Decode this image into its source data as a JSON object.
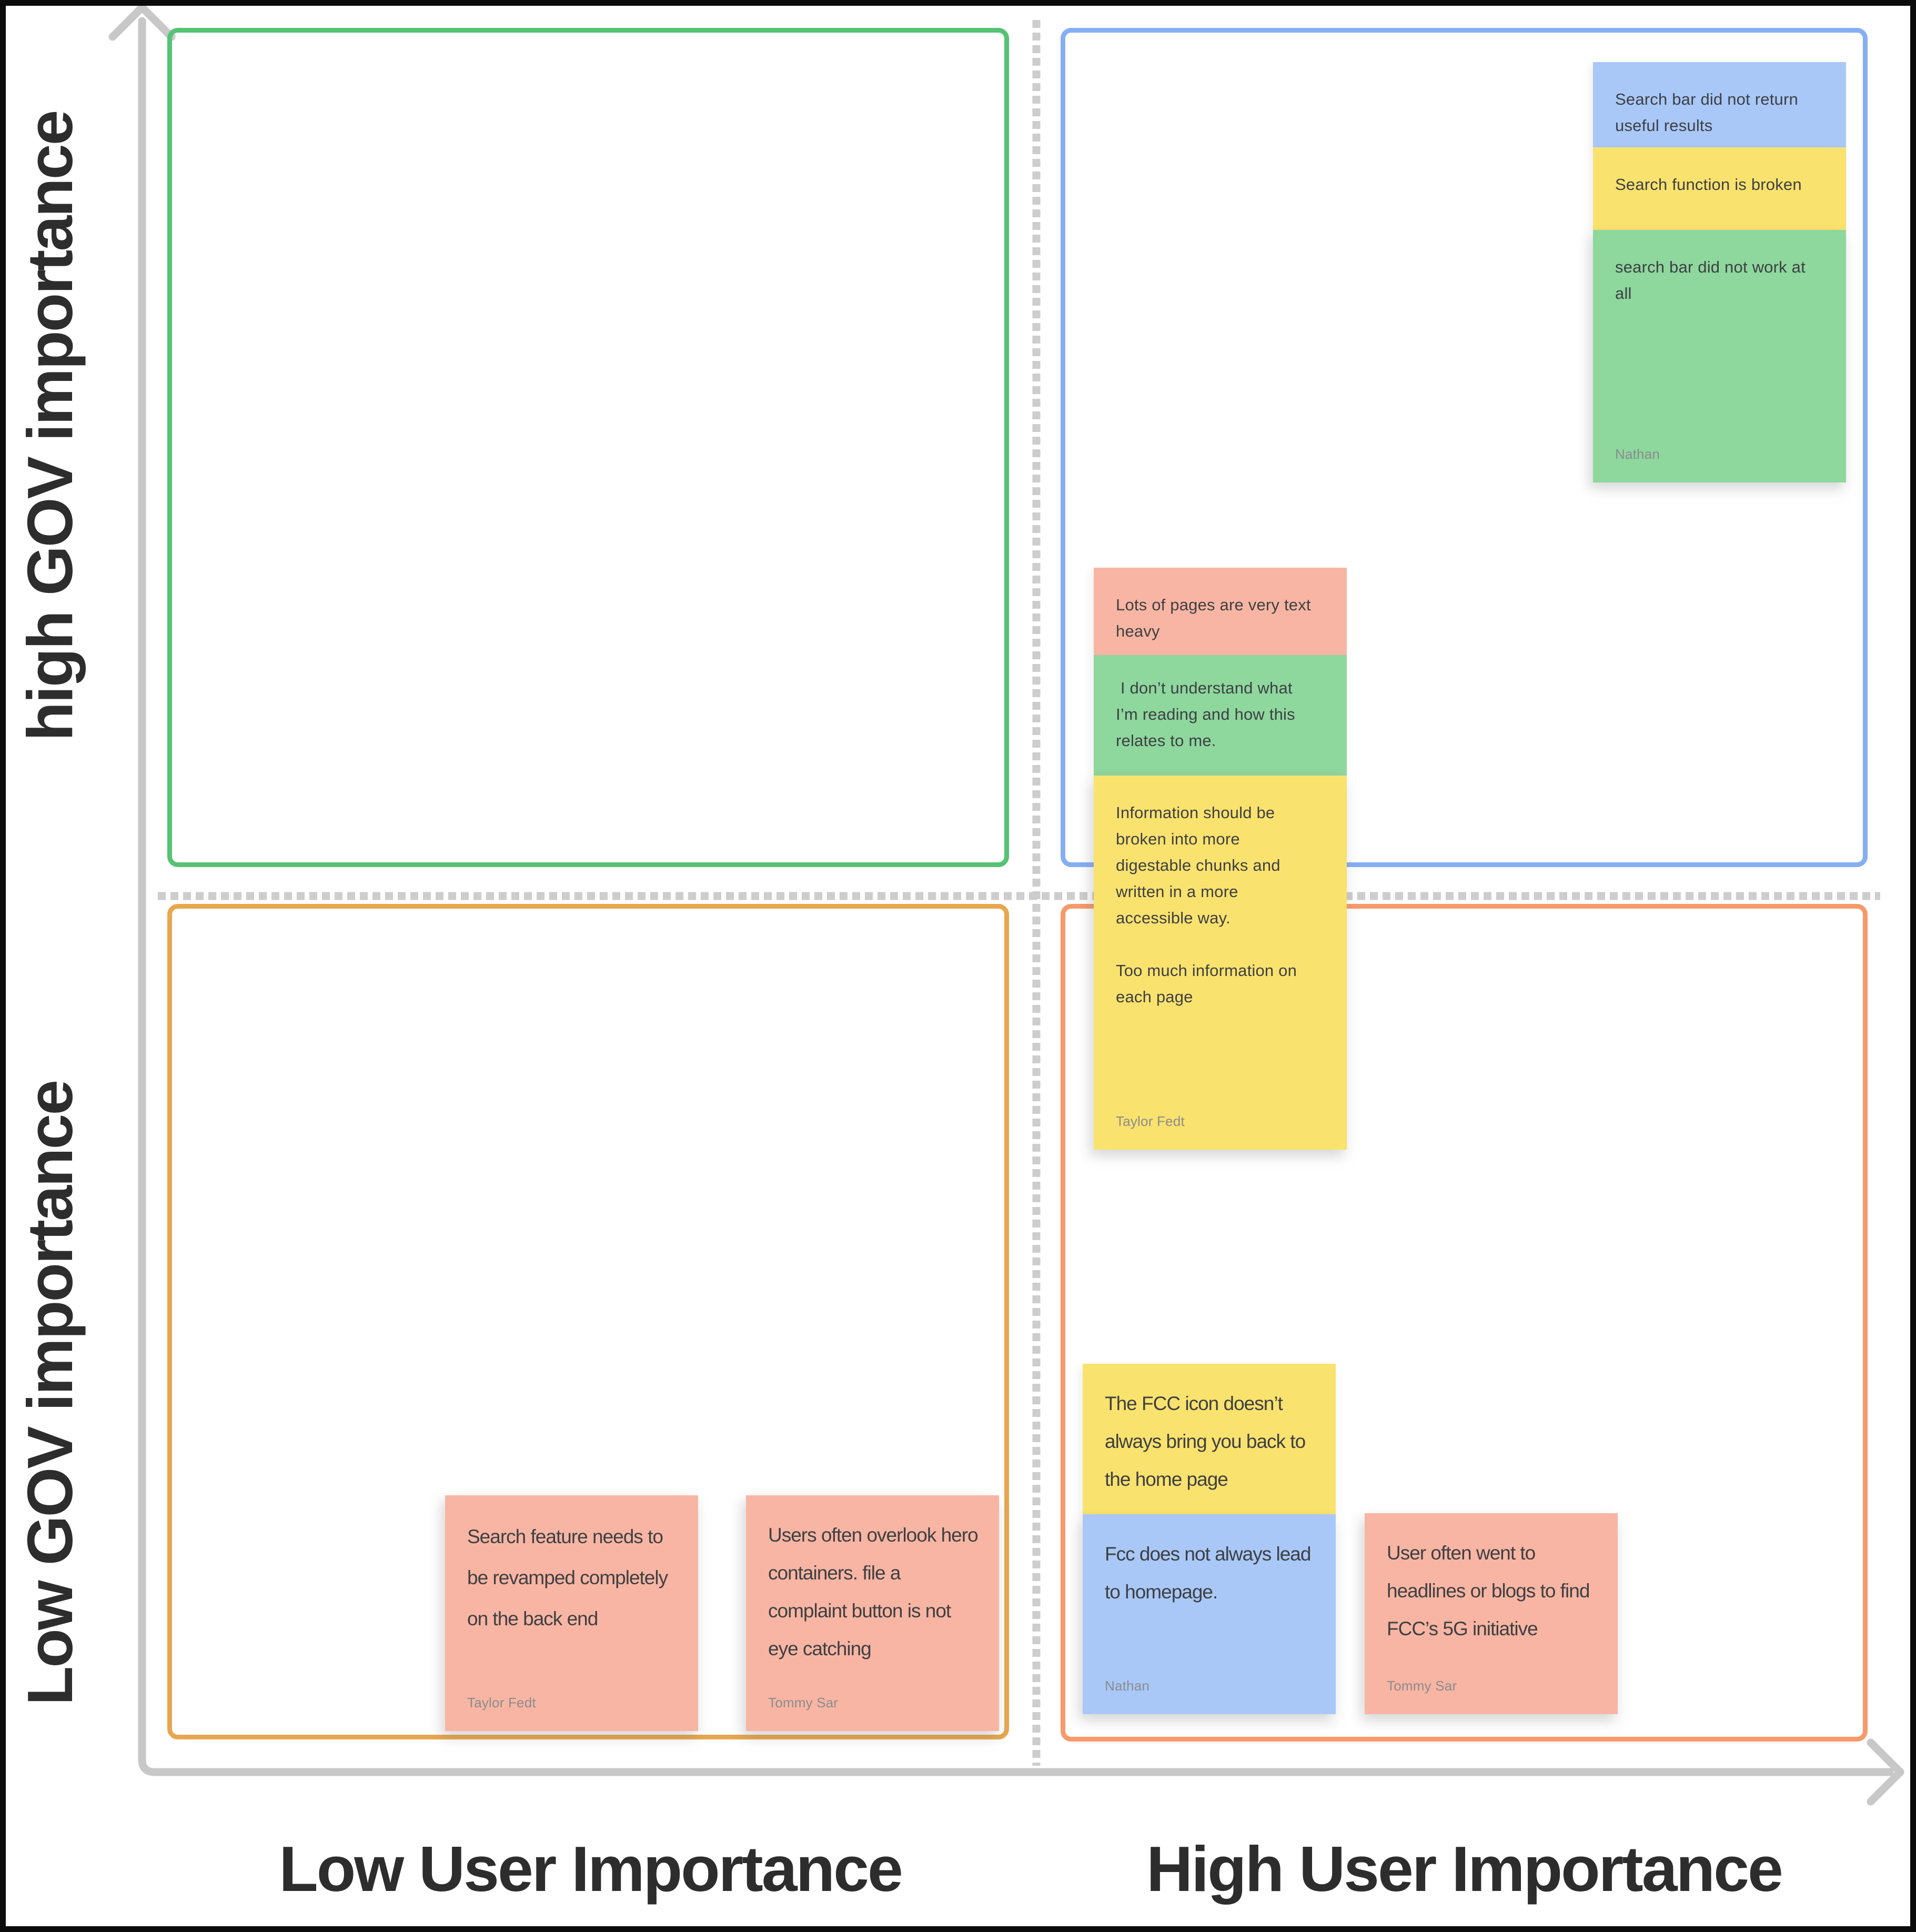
{
  "board": {
    "frame_color": "#0b0b0b",
    "background": "#ffffff"
  },
  "axes": {
    "color": "#c8c8c8",
    "dotted_color": "#cdcdcd",
    "label_color": "#2d2d2d",
    "y_top_label": "high GOV importance",
    "y_bottom_label": "Low GOV importance",
    "x_left_label": "Low User Importance",
    "x_right_label": "High User Importance"
  },
  "quadrants": {
    "top_left": {
      "border_color": "#55c373"
    },
    "top_right": {
      "border_color": "#85aef5"
    },
    "bottom_left": {
      "border_color": "#e8a74e"
    },
    "bottom_right": {
      "border_color": "#f8996a"
    }
  },
  "palette": {
    "note_blue": "#a9c8f8",
    "note_yellow": "#fae26e",
    "note_green": "#8ed79d",
    "note_pink": "#f9b5a3"
  },
  "notes": {
    "top_right": [
      {
        "color": "#a9c8f8",
        "text": "Search bar did not return\nuseful results"
      },
      {
        "color": "#fae26e",
        "text": "Search function is broken"
      },
      {
        "color": "#8ed79d",
        "text": "search bar did not work at\nall",
        "author": "Nathan"
      }
    ],
    "middle": [
      {
        "color": "#f9b5a3",
        "text": "Lots of pages are very text\nheavy"
      },
      {
        "color": "#8ed79d",
        "text": " I don’t understand what\nI’m reading and how this\nrelates to me."
      },
      {
        "color": "#fae26e",
        "text": "Information should be\nbroken into more\ndigestable chunks and\nwritten in a more\naccessible way.\n\nToo much information on\neach page",
        "author": "Taylor Fedt"
      }
    ],
    "bottom_right_stack": [
      {
        "color": "#fae26e",
        "text": "The FCC icon doesn’t\nalways bring you back to\nthe home page"
      },
      {
        "color": "#a9c8f8",
        "text": "Fcc does not always lead\nto homepage.",
        "author": "Nathan"
      }
    ],
    "bottom_right_single": {
      "color": "#f9b5a3",
      "text": "User often went to\nheadlines or blogs to find\nFCC’s 5G initiative",
      "author": "Tommy Sar"
    },
    "bottom_left": [
      {
        "color": "#f9b5a3",
        "text": "Search feature needs to\nbe revamped completely\non the back end",
        "author": "Taylor Fedt"
      },
      {
        "color": "#f9b5a3",
        "text": "Users often overlook hero\ncontainers. file a\ncomplaint button is not\neye catching",
        "author": "Tommy Sar"
      }
    ]
  }
}
